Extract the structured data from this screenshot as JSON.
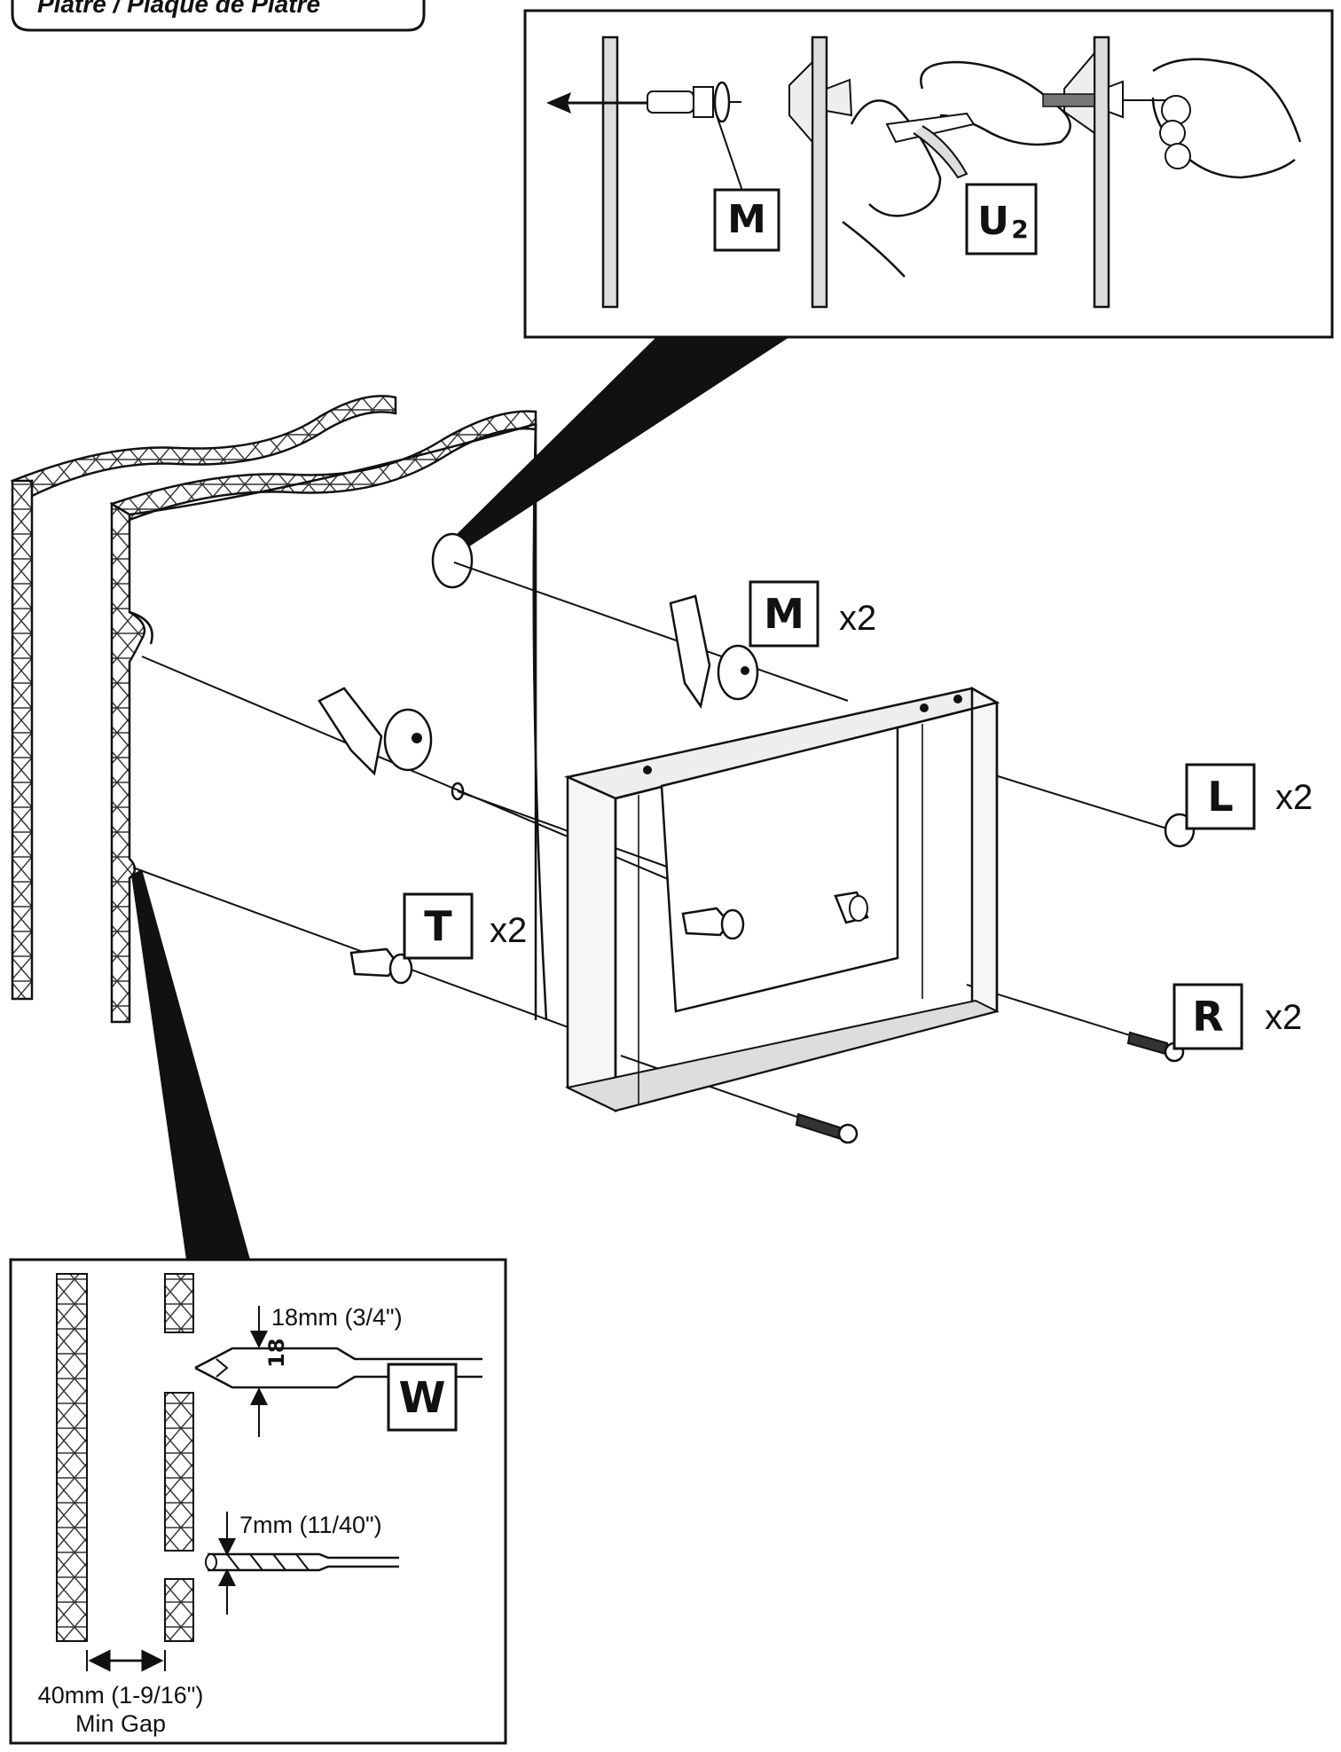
{
  "header": {
    "title": "Plâtre / Plaque de Plâtre"
  },
  "parts": {
    "M": "M",
    "U2_letter": "U",
    "U2_sub": "2",
    "L": "L",
    "R": "R",
    "T": "T",
    "W": "W"
  },
  "quantities": {
    "M": "x2",
    "L": "x2",
    "R": "x2",
    "T": "x2"
  },
  "drill_detail": {
    "spade_bit_size": "18mm (3/4\")",
    "drill_bit_size": "7mm (11/40\")",
    "gap_size": "40mm (1-9/16\")",
    "gap_label": "Min Gap"
  }
}
